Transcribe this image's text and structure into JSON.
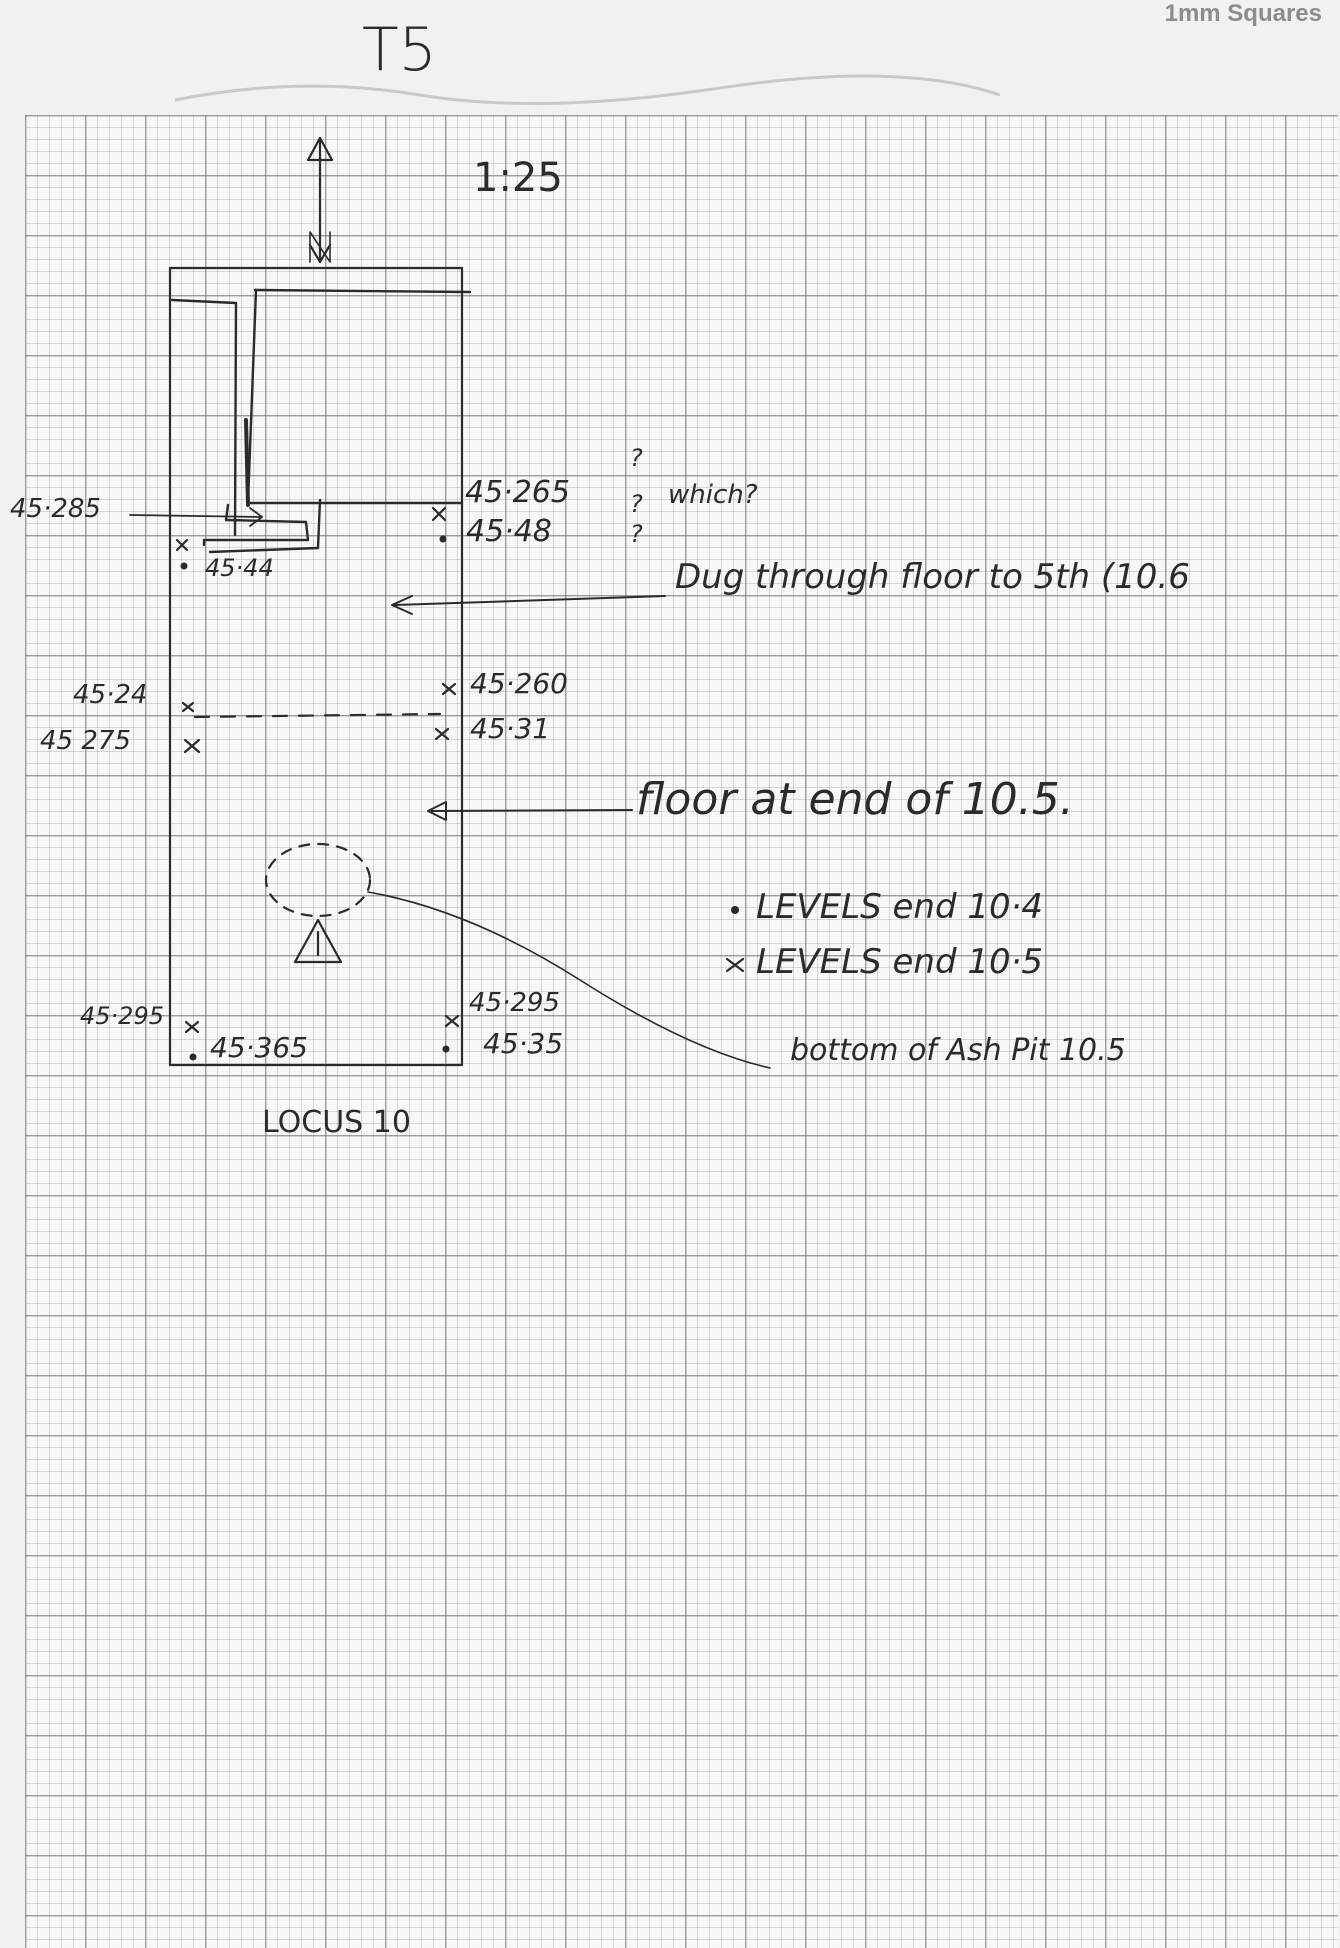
{
  "sheet": {
    "header": "1mm Squares",
    "title": "T5",
    "scale": "1:25",
    "locus_label": "LOCUS 10"
  },
  "levels": {
    "left_upper": "45·285",
    "left_upper_dot": "45·44",
    "right_upper_x": "45·265",
    "right_upper_dot": "45·48",
    "query_1": "?",
    "query_2": "?",
    "query_3": "?",
    "which": "which?",
    "left_mid_top": "45·24",
    "left_mid_bottom": "45 275",
    "right_mid_top": "45·260",
    "right_mid_bottom": "45·31",
    "left_lower_x": "45·295",
    "left_lower_dot": "45·365",
    "right_lower_x": "45·295",
    "right_lower_dot": "45·35"
  },
  "annotations": {
    "dug_through": "Dug through floor to 5th (10.6",
    "floor_end": "floor at end of 10.5.",
    "bottom_ash_pit": "bottom of Ash Pit 10.5"
  },
  "legend": {
    "dot_label": "LEVELS end 10·4",
    "x_label": "LEVELS end 10·5"
  }
}
